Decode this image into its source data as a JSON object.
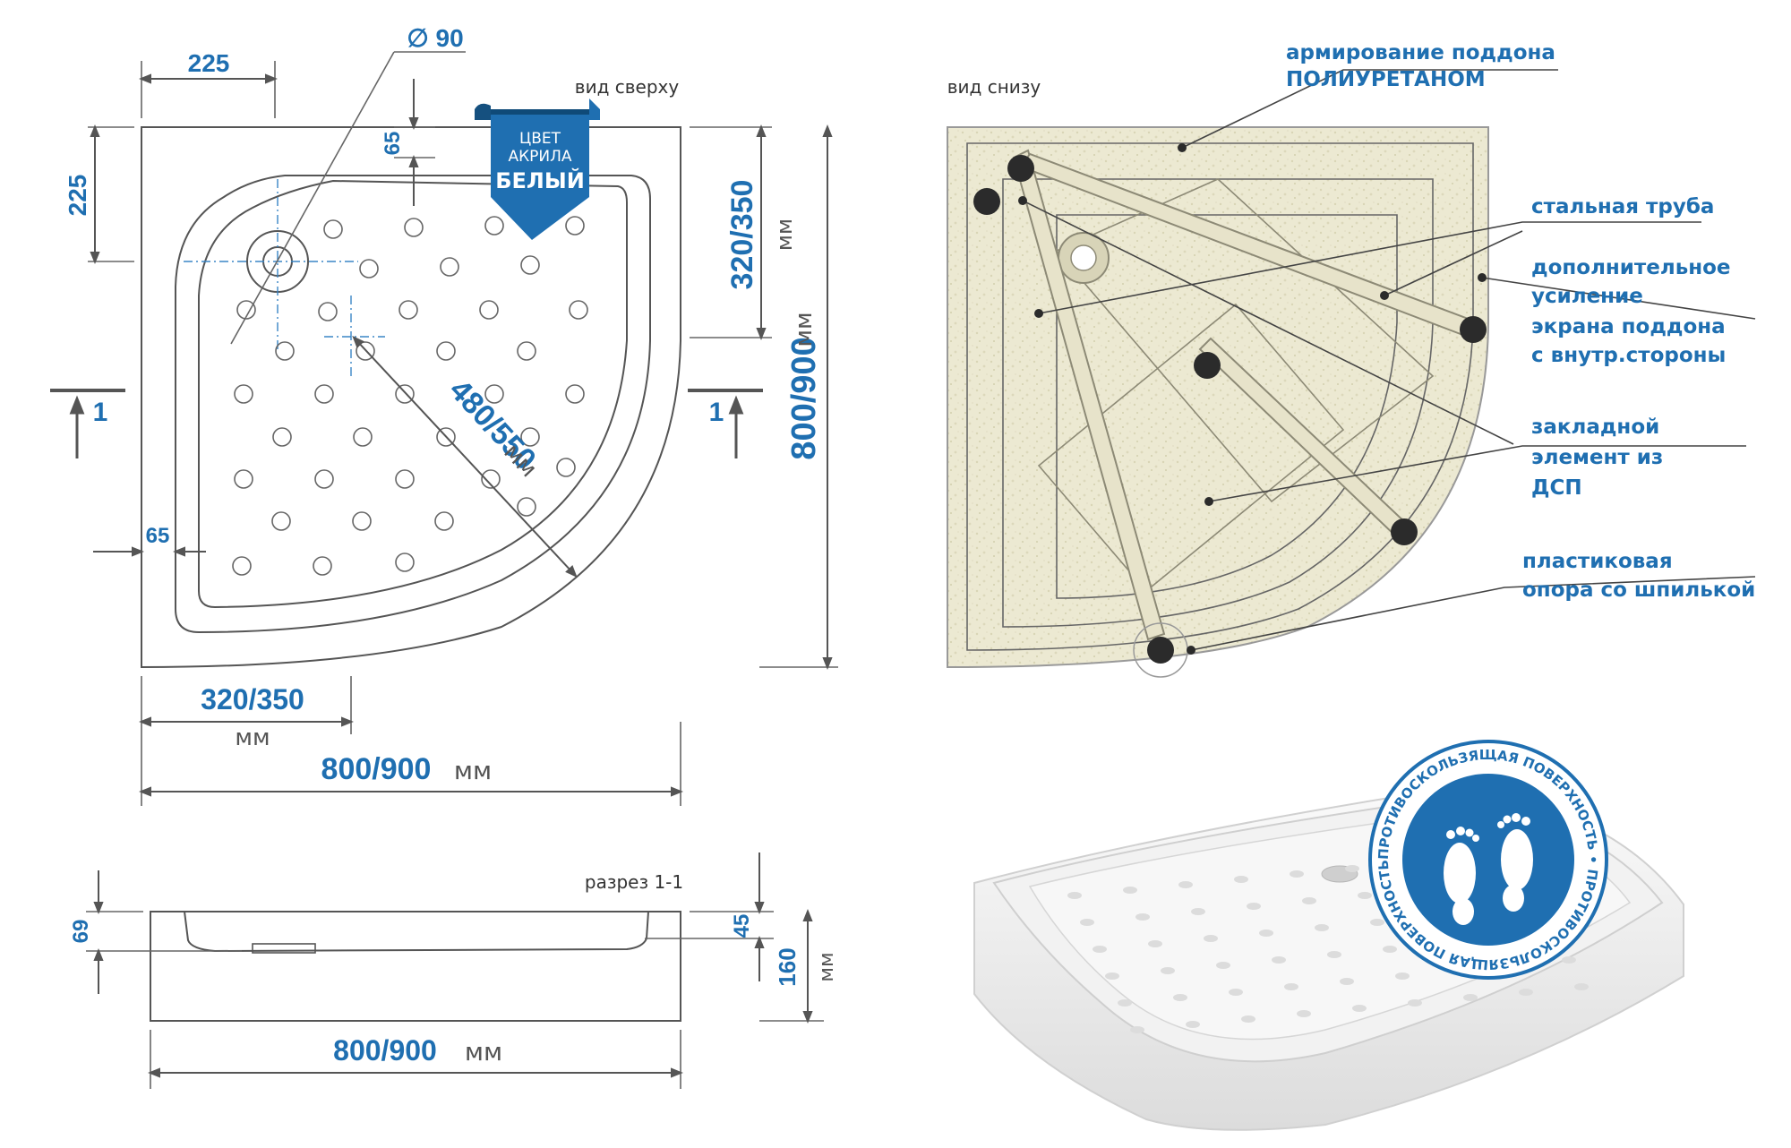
{
  "top_view": {
    "caption": "вид сверху",
    "dim_225_top": "225",
    "dim_225_left": "225",
    "dim_diameter": "∅ 90",
    "dim_65_top": "65",
    "dim_65_side": "65",
    "dim_320_350_side": "320/350",
    "dim_unit_side": "мм",
    "dim_800_900_side": "800/900",
    "dim_unit_800_side": "мм",
    "dim_480_550": "480/550",
    "dim_unit_diag": "мм",
    "dim_320_350_bottom": "320/350",
    "dim_unit_320_bottom": "мм",
    "dim_800_900_bottom": "800/900",
    "dim_unit_800_bottom": "мм",
    "section_mark_left": "1",
    "section_mark_right": "1",
    "color_ribbon": {
      "line1": "ЦВЕТ",
      "line2": "АКРИЛА",
      "line3": "БЕЛЫЙ"
    }
  },
  "bottom_view": {
    "caption": "вид снизу",
    "callouts": [
      {
        "line1": "армирование поддона",
        "line2": "ПОЛИУРЕТАНОМ"
      },
      {
        "line1": "стальная труба",
        "line2": ""
      },
      {
        "line1": "дополнительное",
        "line2": "усиление",
        "line3": "экрана поддона",
        "line4": "с внутр.стороны"
      },
      {
        "line1": "закладной",
        "line2": "элемент из",
        "line3": "ДСП"
      },
      {
        "line1": "пластиковая",
        "line2": "опора со шпилькой"
      }
    ]
  },
  "section": {
    "caption": "разрез 1-1",
    "dim_69": "69",
    "dim_45": "45",
    "dim_160": "160",
    "dim_unit_160": "мм",
    "dim_800_900": "800/900",
    "dim_unit": "мм"
  },
  "badge": {
    "ring_text": "ПРОТИВОСКОЛЬЗЯЩАЯ ПОВЕРХНОСТЬ • ПРОТИВОСКОЛЬЗЯЩАЯ ПОВЕРХНОСТЬ •",
    "icon": "footprints-icon"
  },
  "colors": {
    "accent": "#1f6fb1",
    "line": "#555555",
    "sand": "#ece9d2"
  }
}
